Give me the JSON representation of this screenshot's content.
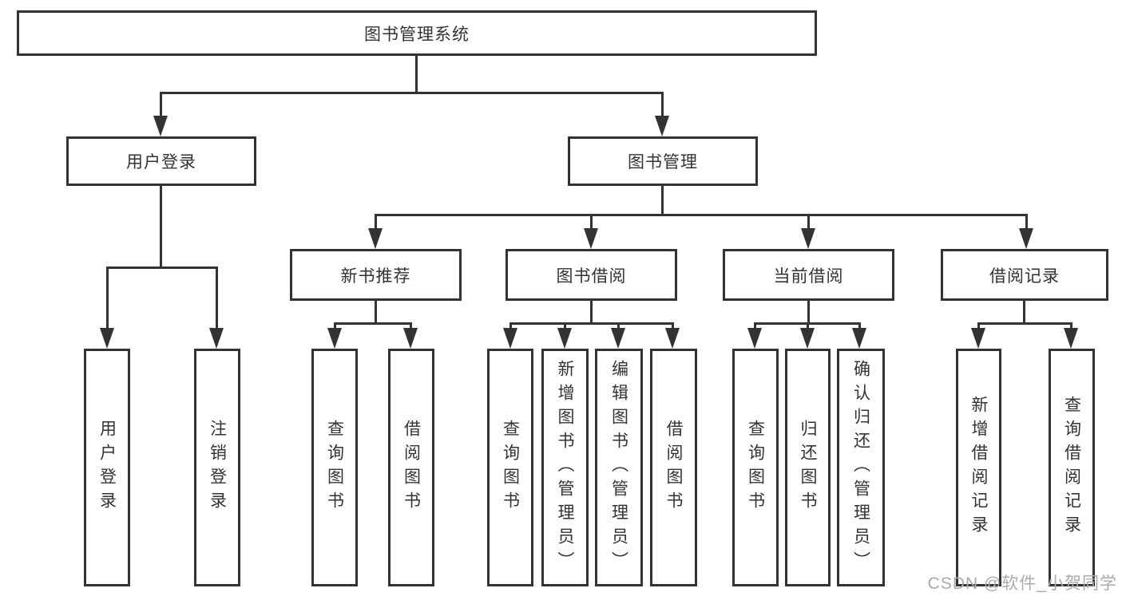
{
  "diagram": {
    "root": {
      "label": "图书管理系统"
    },
    "level2": [
      {
        "label": "用户登录"
      },
      {
        "label": "图书管理"
      }
    ],
    "level3": [
      {
        "label": "新书推荐"
      },
      {
        "label": "图书借阅"
      },
      {
        "label": "当前借阅"
      },
      {
        "label": "借阅记录"
      }
    ],
    "leaves": [
      {
        "group": "user-login",
        "label": "用户登录"
      },
      {
        "group": "user-login",
        "label": "注销登录"
      },
      {
        "group": "new-book-recommend",
        "label": "查询图书"
      },
      {
        "group": "new-book-recommend",
        "label": "借阅图书"
      },
      {
        "group": "book-borrow",
        "label": "查询图书"
      },
      {
        "group": "book-borrow",
        "label": "新增图书（管理员）"
      },
      {
        "group": "book-borrow",
        "label": "编辑图书（管理员）"
      },
      {
        "group": "book-borrow",
        "label": "借阅图书"
      },
      {
        "group": "current-borrow",
        "label": "查询图书"
      },
      {
        "group": "current-borrow",
        "label": "归还图书"
      },
      {
        "group": "current-borrow",
        "label": "确认归还（管理员）"
      },
      {
        "group": "borrow-record",
        "label": "新增借阅记录"
      },
      {
        "group": "borrow-record",
        "label": "查询借阅记录"
      }
    ],
    "colors": {
      "line": "#333333",
      "text": "#333333",
      "background": "#ffffff",
      "watermark": "#aaaaaa"
    }
  },
  "watermark": {
    "text": "CSDN @软件_小贺同学"
  }
}
